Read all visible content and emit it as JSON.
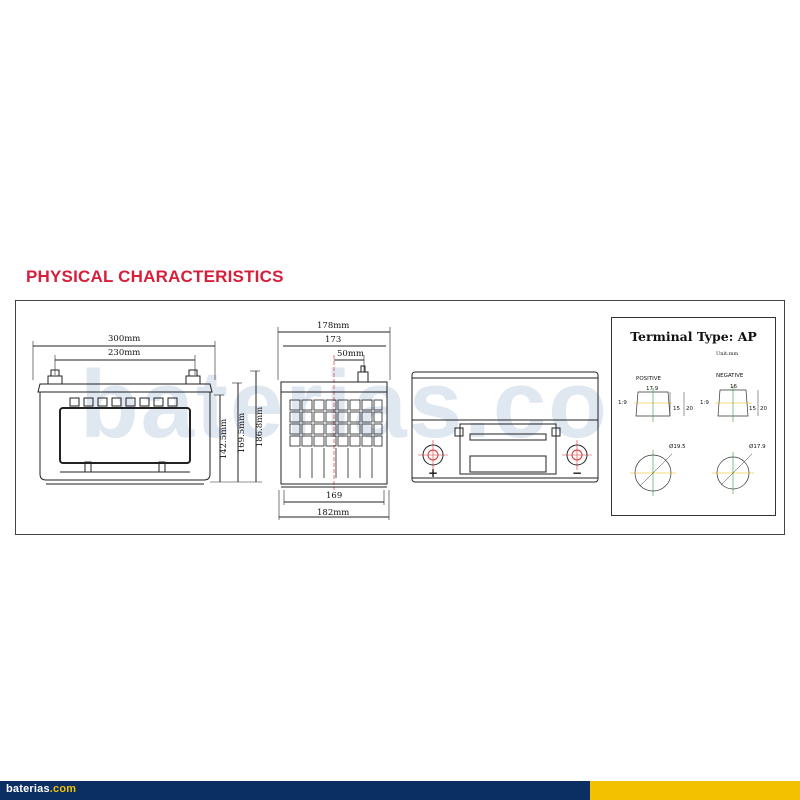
{
  "header": {
    "title": "PHYSICAL CHARACTERISTICS",
    "title_color": "#d61f3a"
  },
  "watermark": "baterias.com",
  "side_view": {
    "overall_length": "300mm",
    "terminal_spacing": "230mm",
    "height_box": "142.5mm",
    "height_with_lid": "169.5mm",
    "total_height": "186.8mm"
  },
  "end_view": {
    "top_width_outer": "178mm",
    "top_width_inner": "173",
    "terminal_offset": "50mm",
    "bottom_width_inner": "169",
    "bottom_width_outer": "182mm"
  },
  "front_view": {
    "positive_mark": "+",
    "negative_mark": "−"
  },
  "terminal": {
    "title": "Terminal Type: AP",
    "unit": "Unit:mm",
    "positive": {
      "label": "POSITIVE",
      "taper": "1:9",
      "top_dim": "17.9",
      "height_dim": "15",
      "side_dim": "20",
      "diameter": "Ø19.5"
    },
    "negative": {
      "label": "NEGATIVE",
      "taper": "1:9",
      "top_dim": "16",
      "height_dim": "15",
      "side_dim": "20",
      "diameter": "Ø17.9"
    }
  },
  "footer": {
    "logo_main": "baterias",
    "logo_suffix": ".com",
    "blue": "#0b2e63",
    "yellow": "#f2c200"
  }
}
